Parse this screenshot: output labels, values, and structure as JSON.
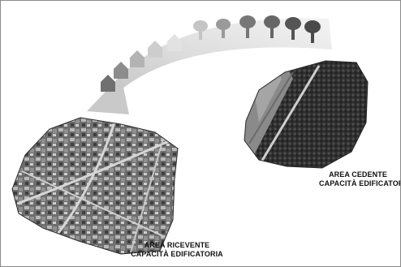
{
  "sending_area": {
    "title": "AREA CEDENTE",
    "subtitle": "CAPACITÀ EDIFICATORIA"
  },
  "receiving_area": {
    "title": "AREA RICEVENTE",
    "subtitle": "CAPACITÀ EDIFICATORIA"
  },
  "flow_arrow": {
    "from": "tree-icon",
    "to": "house-icon"
  },
  "colors": {
    "tree_dark": "#4a4a4a",
    "house_dark": "#606060",
    "arrow_light": "#d8d8d8",
    "border": "#8a8a8a"
  }
}
